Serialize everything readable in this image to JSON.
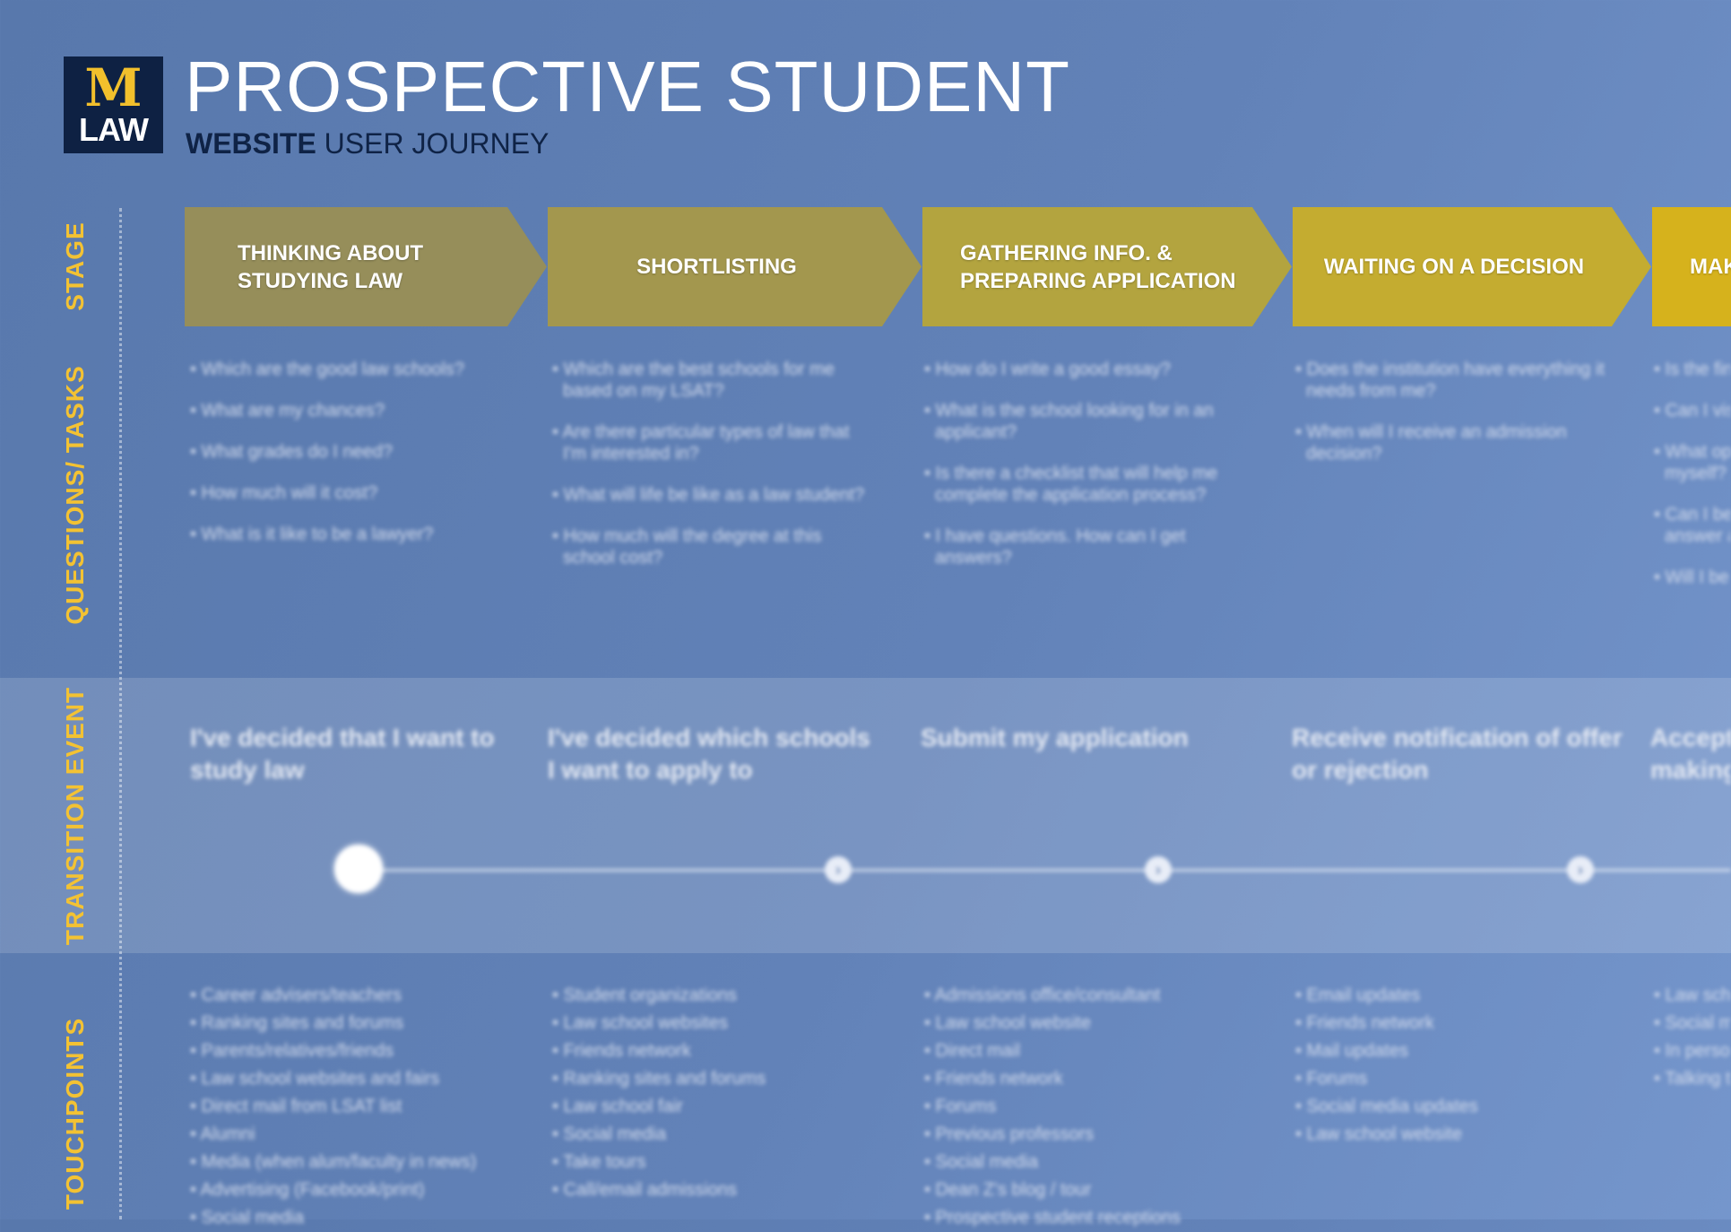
{
  "header": {
    "logo_top": "M",
    "logo_bottom": "LAW",
    "title": "PROSPECTIVE STUDENT",
    "subtitle_bold": "WEBSITE",
    "subtitle_rest": " USER JOURNEY"
  },
  "rows": {
    "stage": "STAGE",
    "questions": "QUESTIONS/ TASKS",
    "transition": "TRANSITION EVENT",
    "touchpoints": "TOUCHPOINTS"
  },
  "colors": {
    "background": "#5f7fb4",
    "accent_gold": "#f3c233",
    "stage_start": "#958d5a",
    "stage_end": "#d7b21c",
    "navy": "#0e2143"
  },
  "stages": [
    {
      "label": [
        "THINKING ABOUT",
        "STUDYING LAW"
      ],
      "questions": [
        "Which are the good law schools?",
        "What are my chances?",
        "What grades do I need?",
        "How much will it cost?",
        "What is it like to be a lawyer?"
      ],
      "transition": "I've decided that I want to study law",
      "touchpoints": [
        "Career advisers/teachers",
        "Ranking sites and forums",
        "Parents/relatives/friends",
        "Law school websites and fairs",
        "Direct mail from LSAT list",
        "Alumni",
        "Media (when alum/faculty in news)",
        "Advertising (Facebook/print)",
        "Social media"
      ]
    },
    {
      "label": [
        "SHORTLISTING"
      ],
      "questions": [
        "Which are the best schools for me based on my LSAT?",
        "Are there particular types of law that I'm interested in?",
        "What will life be like as a law student?",
        "How much will the degree at this school cost?"
      ],
      "transition": "I've decided which schools I want to apply to",
      "touchpoints": [
        "Student organizations",
        "Law school websites",
        "Friends network",
        "Ranking sites and forums",
        "Law school fair",
        "Social media",
        "Take tours",
        "Call/email admissions"
      ]
    },
    {
      "label": [
        "GATHERING INFO. &",
        "PREPARING APPLICATION"
      ],
      "questions": [
        "How do I write a good essay?",
        "What is the school looking for in an applicant?",
        "Is there a checklist that will help me complete the application process?",
        "I have questions. How can I get answers?"
      ],
      "transition": "Submit my application",
      "touchpoints": [
        "Admissions office/consultant",
        "Law school website",
        "Direct mail",
        "Friends network",
        "Forums",
        "Previous professors",
        "Social media",
        "Dean Z's blog / tour",
        "Prospective student receptions"
      ]
    },
    {
      "label": [
        "WAITING ON A DECISION"
      ],
      "questions": [
        "Does the institution have everything it needs from me?",
        "When will I receive an admission decision?"
      ],
      "transition": "Receive notification of offer or rejection",
      "touchpoints": [
        "Email updates",
        "Friends network",
        "Mail updates",
        "Forums",
        "Social media updates",
        "Law school website"
      ]
    },
    {
      "label": [
        "MAKING A DECISION"
      ],
      "questions": [
        "Is the financial aid package enough?",
        "Can I visit the school?",
        "What opportunities can I create for myself?",
        "Can I be in touch with faculty to answer any questions?",
        "Will I be able to get a job?"
      ],
      "transition": "Accepting an offer and making a deposit",
      "touchpoints": [
        "Law school website",
        "Social media",
        "In person visits",
        "Talking to students"
      ]
    }
  ]
}
